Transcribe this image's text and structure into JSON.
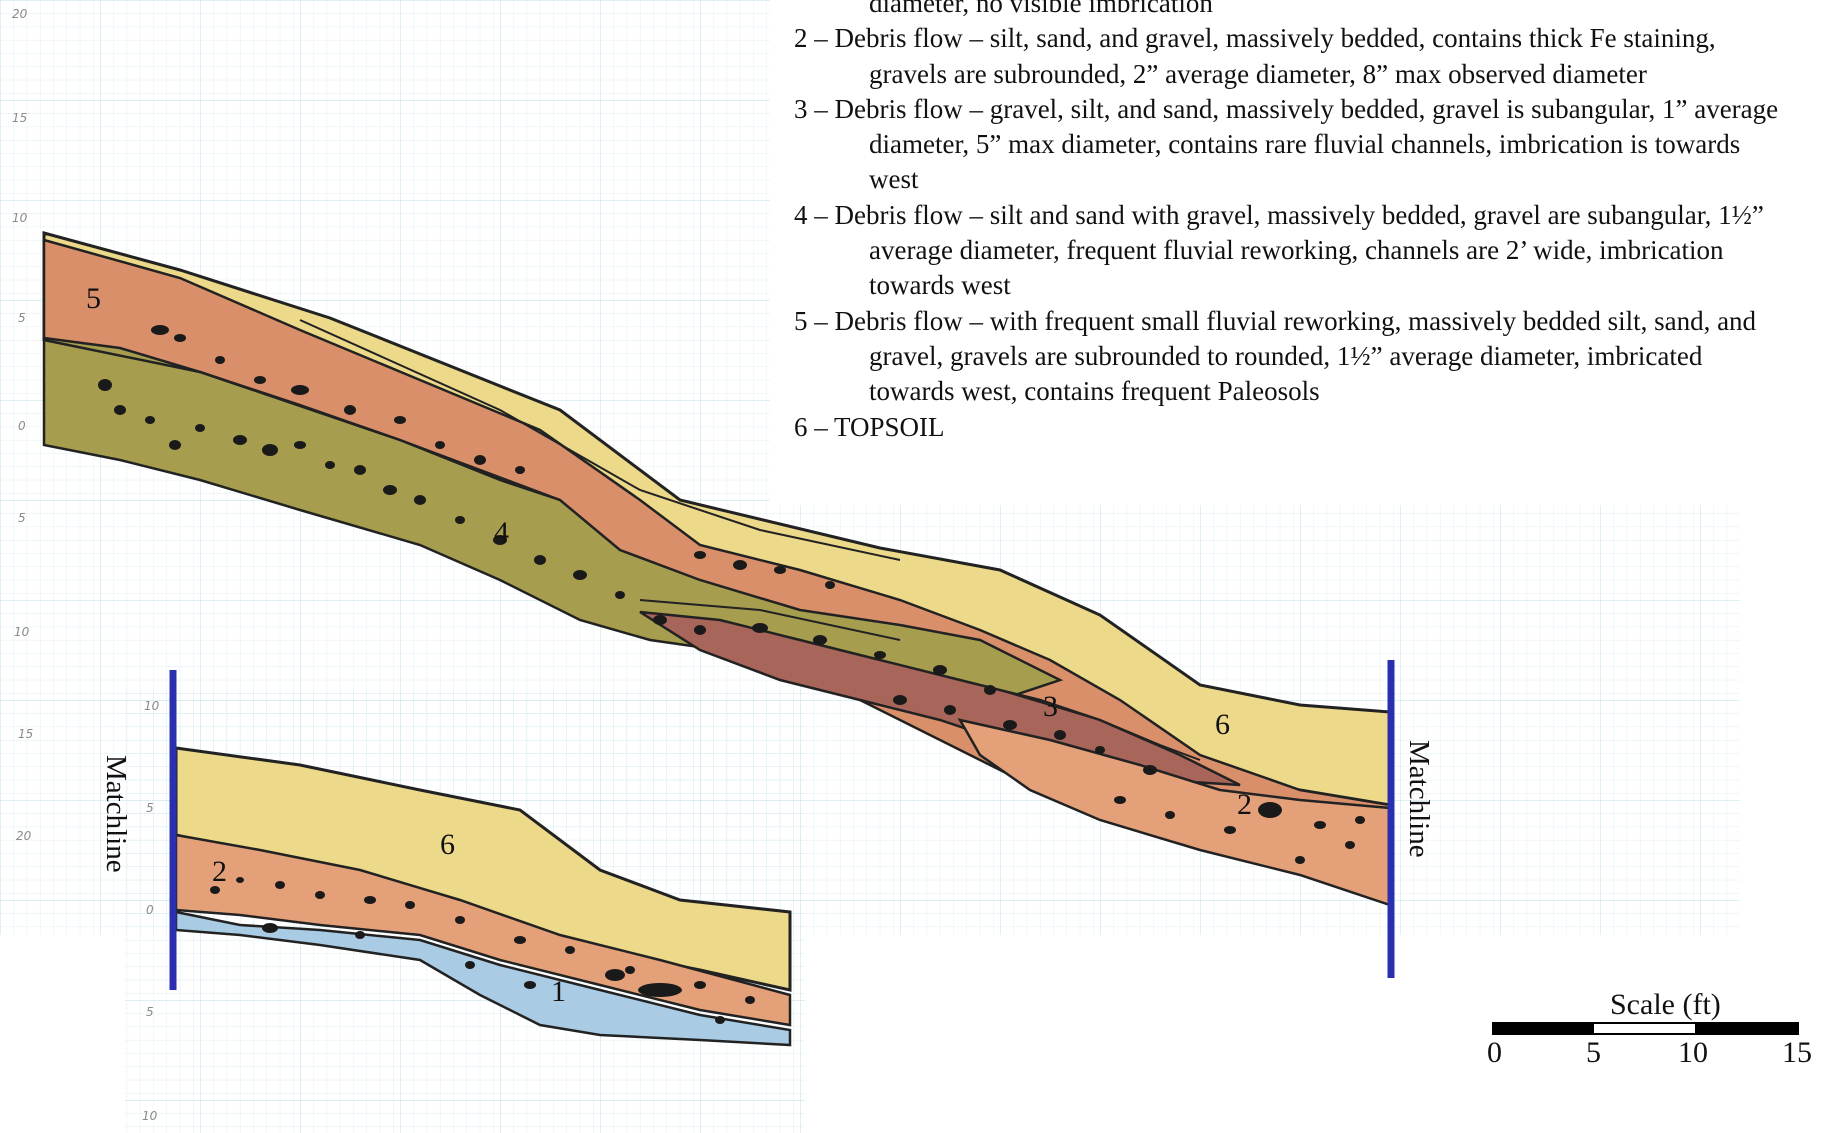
{
  "legend": [
    {
      "continuation": "diameter, no visible imbrication"
    },
    {
      "number": "2",
      "text": "Debris flow – silt, sand, and gravel, massively bedded, contains thick Fe staining, gravels are subrounded, 2” average diameter, 8” max observed diameter"
    },
    {
      "number": "3",
      "text": "Debris flow – gravel, silt, and sand, massively bedded, gravel is subangular, 1” average diameter, 5” max diameter, contains rare fluvial channels, imbrication is towards west"
    },
    {
      "number": "4",
      "text": "Debris flow – silt and sand with gravel, massively bedded, gravel are subangular, 1½” average diameter, frequent fluvial reworking, channels are 2’ wide, imbrication towards west"
    },
    {
      "number": "5",
      "text": "Debris flow – with frequent small fluvial reworking, massively bedded silt, sand, and gravel, gravels are subrounded to rounded, 1½” average diameter, imbricated towards west, contains frequent Paleosols"
    },
    {
      "number": "6",
      "text": "TOPSOIL"
    }
  ],
  "unit_labels": {
    "u5_main": "5",
    "u4_main": "4",
    "u3_main": "3",
    "u6_main": "6",
    "u2_main": "2",
    "u2_inset": "2",
    "u6_inset": "6",
    "u1_inset": "1"
  },
  "matchline_left": "Matchline",
  "matchline_right": "Matchline",
  "scale": {
    "title": "Scale (ft)",
    "ticks": [
      "0",
      "5",
      "10",
      "15"
    ]
  },
  "grid_ticks_left": [
    "20",
    "15",
    "10",
    "5",
    "0",
    "5",
    "10",
    "15",
    "20"
  ],
  "grid_ticks_inset": [
    "10",
    "5",
    "0",
    "5",
    "10"
  ],
  "colors": {
    "topsoil": "#ecd98a",
    "debris_red": "#d9906a",
    "debris_dark": "#a8655a",
    "debris_olive": "#a69d4e",
    "unit1_blue": "#a9cbe3",
    "matchline": "#2a2fb0"
  }
}
